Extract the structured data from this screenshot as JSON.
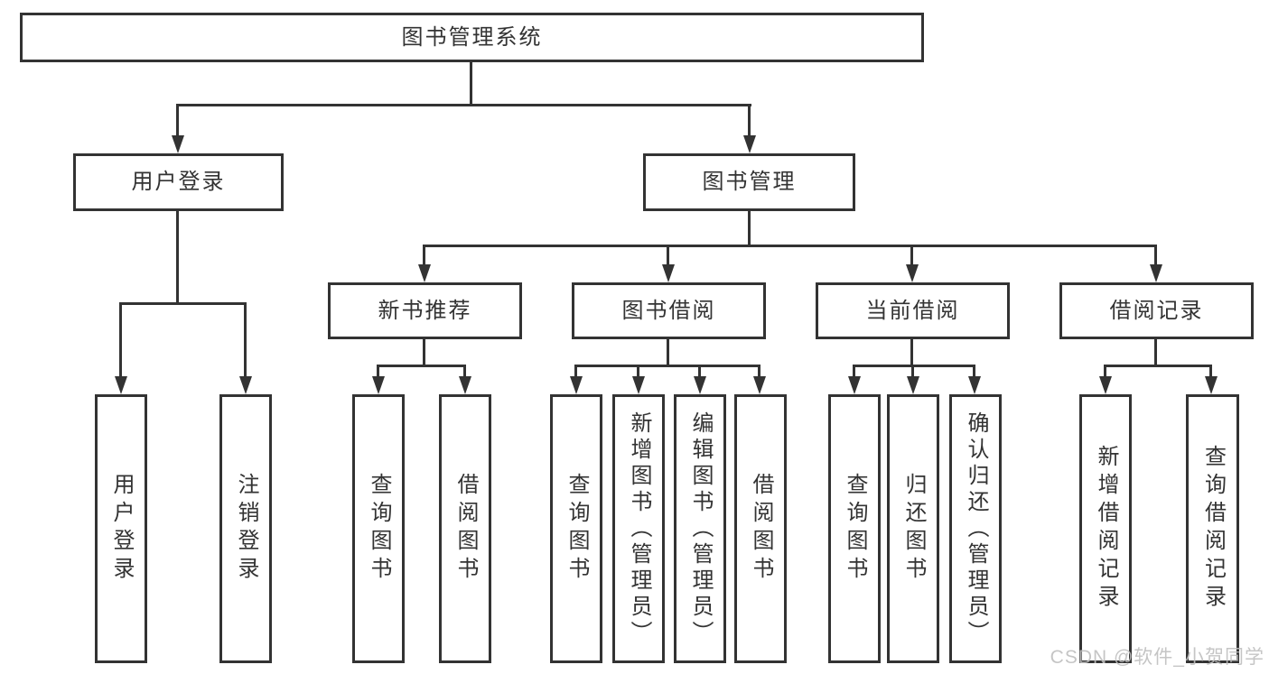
{
  "watermark": "CSDN @软件_小贺同学",
  "colors": {
    "line": "#333333",
    "text": "#333333",
    "box_bg": "#ffffff",
    "watermark": "#bfbfbf"
  },
  "diagram": {
    "type": "hierarchy-tree",
    "root": {
      "label": "图书管理系统",
      "children": [
        {
          "label": "用户登录",
          "children": [
            {
              "label": "用户登录"
            },
            {
              "label": "注销登录"
            }
          ]
        },
        {
          "label": "图书管理",
          "children": [
            {
              "label": "新书推荐",
              "children": [
                {
                  "label": "查询图书"
                },
                {
                  "label": "借阅图书"
                }
              ]
            },
            {
              "label": "图书借阅",
              "children": [
                {
                  "label": "查询图书"
                },
                {
                  "label": "新增图书（管理员）"
                },
                {
                  "label": "编辑图书（管理员）"
                },
                {
                  "label": "借阅图书"
                }
              ]
            },
            {
              "label": "当前借阅",
              "children": [
                {
                  "label": "查询图书"
                },
                {
                  "label": "归还图书"
                },
                {
                  "label": "确认归还（管理员）"
                }
              ]
            },
            {
              "label": "借阅记录",
              "children": [
                {
                  "label": "新增借阅记录"
                },
                {
                  "label": "查询借阅记录"
                }
              ]
            }
          ]
        }
      ]
    }
  }
}
